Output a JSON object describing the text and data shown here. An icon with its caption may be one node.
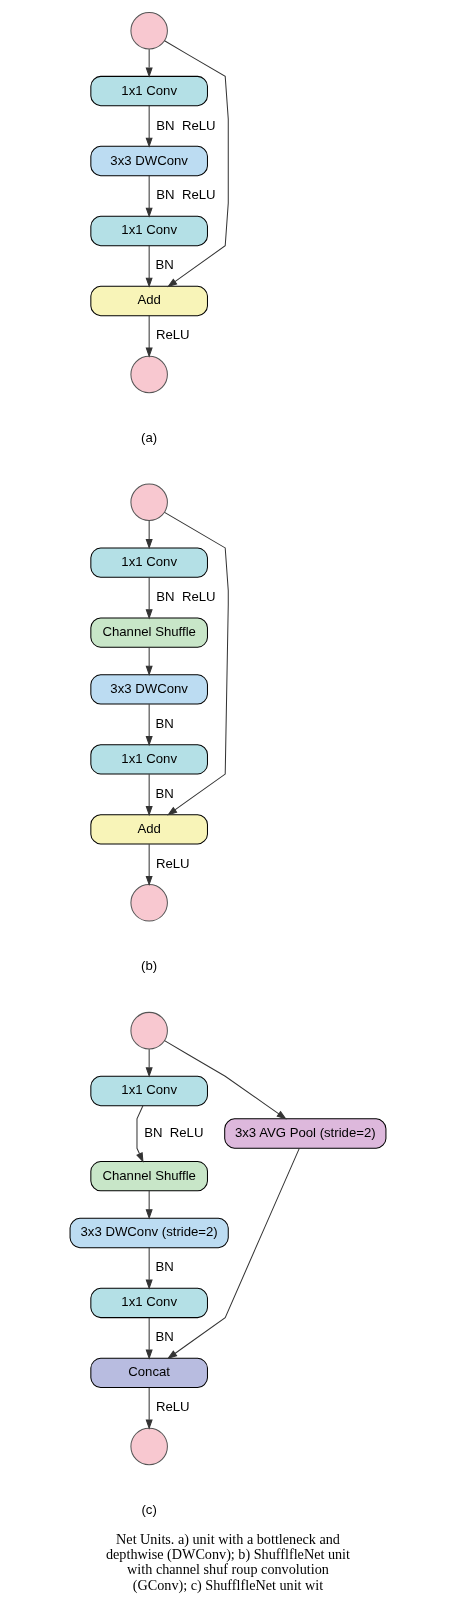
{
  "diagram": {
    "caption": "Net Units. a) unit with a bottleneck and depthwise (DWConv); b) ShufflfleNet unit with channel shuf roup convolution (GConv); c) ShufflfleNet unit wit",
    "nodes": [
      {
        "text": [],
        "shape": "circle"
      },
      {
        "text": [
          "1x1 Conv"
        ]
      },
      {
        "text": [
          "3x3 DWConv"
        ]
      },
      {
        "text": [
          "1x1 Conv"
        ]
      },
      {
        "text": [
          "Add"
        ]
      },
      {
        "text": [],
        "shape": "circle"
      },
      {
        "text": [],
        "shape": "circle"
      },
      {
        "text": [
          "1x1 Conv"
        ]
      },
      {
        "text": [
          "Channel Shuffle"
        ]
      },
      {
        "text": [
          "3x3 DWConv"
        ]
      },
      {
        "text": [
          "1x1 Conv"
        ]
      },
      {
        "text": [
          "Add"
        ]
      },
      {
        "text": [],
        "shape": "circle"
      },
      {
        "text": [],
        "shape": "circle"
      },
      {
        "text": [
          "1x1 Conv"
        ]
      },
      {
        "text": [
          "Channel Shuffle"
        ]
      },
      {
        "text": [
          "3x3 AVG Pool (stride=2)"
        ]
      },
      {
        "text": [
          "3x3 DWConv (stride=2)"
        ]
      },
      {
        "text": [
          "1x1 Conv"
        ]
      },
      {
        "text": [
          "Concat"
        ]
      },
      {
        "text": [],
        "shape": "circle"
      }
    ],
    "edges": [
      {
        "from": 0,
        "to": 1,
        "arrow": "to"
      },
      {
        "from": 1,
        "to": 2,
        "arrow": "to",
        "label": "BN  ReLU"
      },
      {
        "from": 2,
        "to": 3,
        "arrow": "to",
        "label": "BN  ReLU"
      },
      {
        "from": 3,
        "to": 4,
        "arrow": "to",
        "label": "BN"
      },
      {
        "from": 0,
        "to": 4,
        "arrow": "to"
      },
      {
        "from": 4,
        "to": 5,
        "arrow": "to",
        "label": "ReLU"
      },
      {
        "from": 6,
        "to": 7,
        "arrow": "to"
      },
      {
        "from": 7,
        "to": 8,
        "arrow": "to",
        "label": "BN  ReLU"
      },
      {
        "from": 8,
        "to": 9,
        "arrow": "to"
      },
      {
        "from": 9,
        "to": 10,
        "arrow": "to",
        "label": "BN"
      },
      {
        "from": 10,
        "to": 11,
        "arrow": "to",
        "label": "BN"
      },
      {
        "from": 6,
        "to": 11,
        "arrow": "to"
      },
      {
        "from": 11,
        "to": 12,
        "arrow": "to",
        "label": "ReLU"
      },
      {
        "from": 13,
        "to": 14,
        "arrow": "to"
      },
      {
        "from": 14,
        "to": 15,
        "arrow": "to",
        "label": "BN  ReLU"
      },
      {
        "from": 15,
        "to": 17,
        "arrow": "to"
      },
      {
        "from": 17,
        "to": 18,
        "arrow": "to",
        "label": "BN"
      },
      {
        "from": 18,
        "to": 19,
        "arrow": "to",
        "label": "BN"
      },
      {
        "from": 13,
        "to": 16,
        "arrow": "to"
      },
      {
        "from": 16,
        "to": 19,
        "arrow": "to"
      },
      {
        "from": 19,
        "to": 20,
        "arrow": "to",
        "label": "ReLU"
      }
    ],
    "labels": [
      "(a)",
      "(b)",
      "(c)"
    ]
  }
}
